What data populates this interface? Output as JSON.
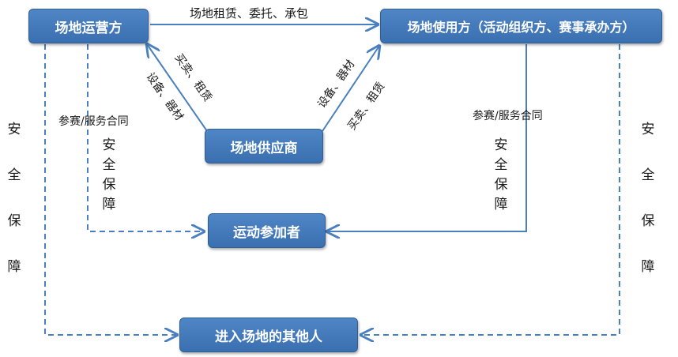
{
  "nodes": {
    "venue_operator": "场地运营方",
    "venue_user": "场地使用方（活动组织方、赛事承办方）",
    "venue_supplier": "场地供应商",
    "participants": "运动参加者",
    "other_entrants": "进入场地的其他人"
  },
  "edges": {
    "operator_to_user": "场地租赁、委托、承包",
    "supplier_to_operator_buy_rent": "买卖、租赁",
    "supplier_to_operator_equipment": "设备、器材",
    "supplier_to_user_equipment": "设备、器材",
    "supplier_to_user_buy_rent": "买卖、租赁",
    "operator_contract": "参赛/服务合同",
    "user_contract": "参赛/服务合同",
    "operator_safety_inner": "安全保障",
    "user_safety_inner": "安全保障",
    "left_safety_outer": "安全保障",
    "right_safety_outer": "安全保障"
  },
  "colors": {
    "box_fill": "#4a80c0",
    "line": "#4a7fc0",
    "text": "#1a1a1a"
  }
}
